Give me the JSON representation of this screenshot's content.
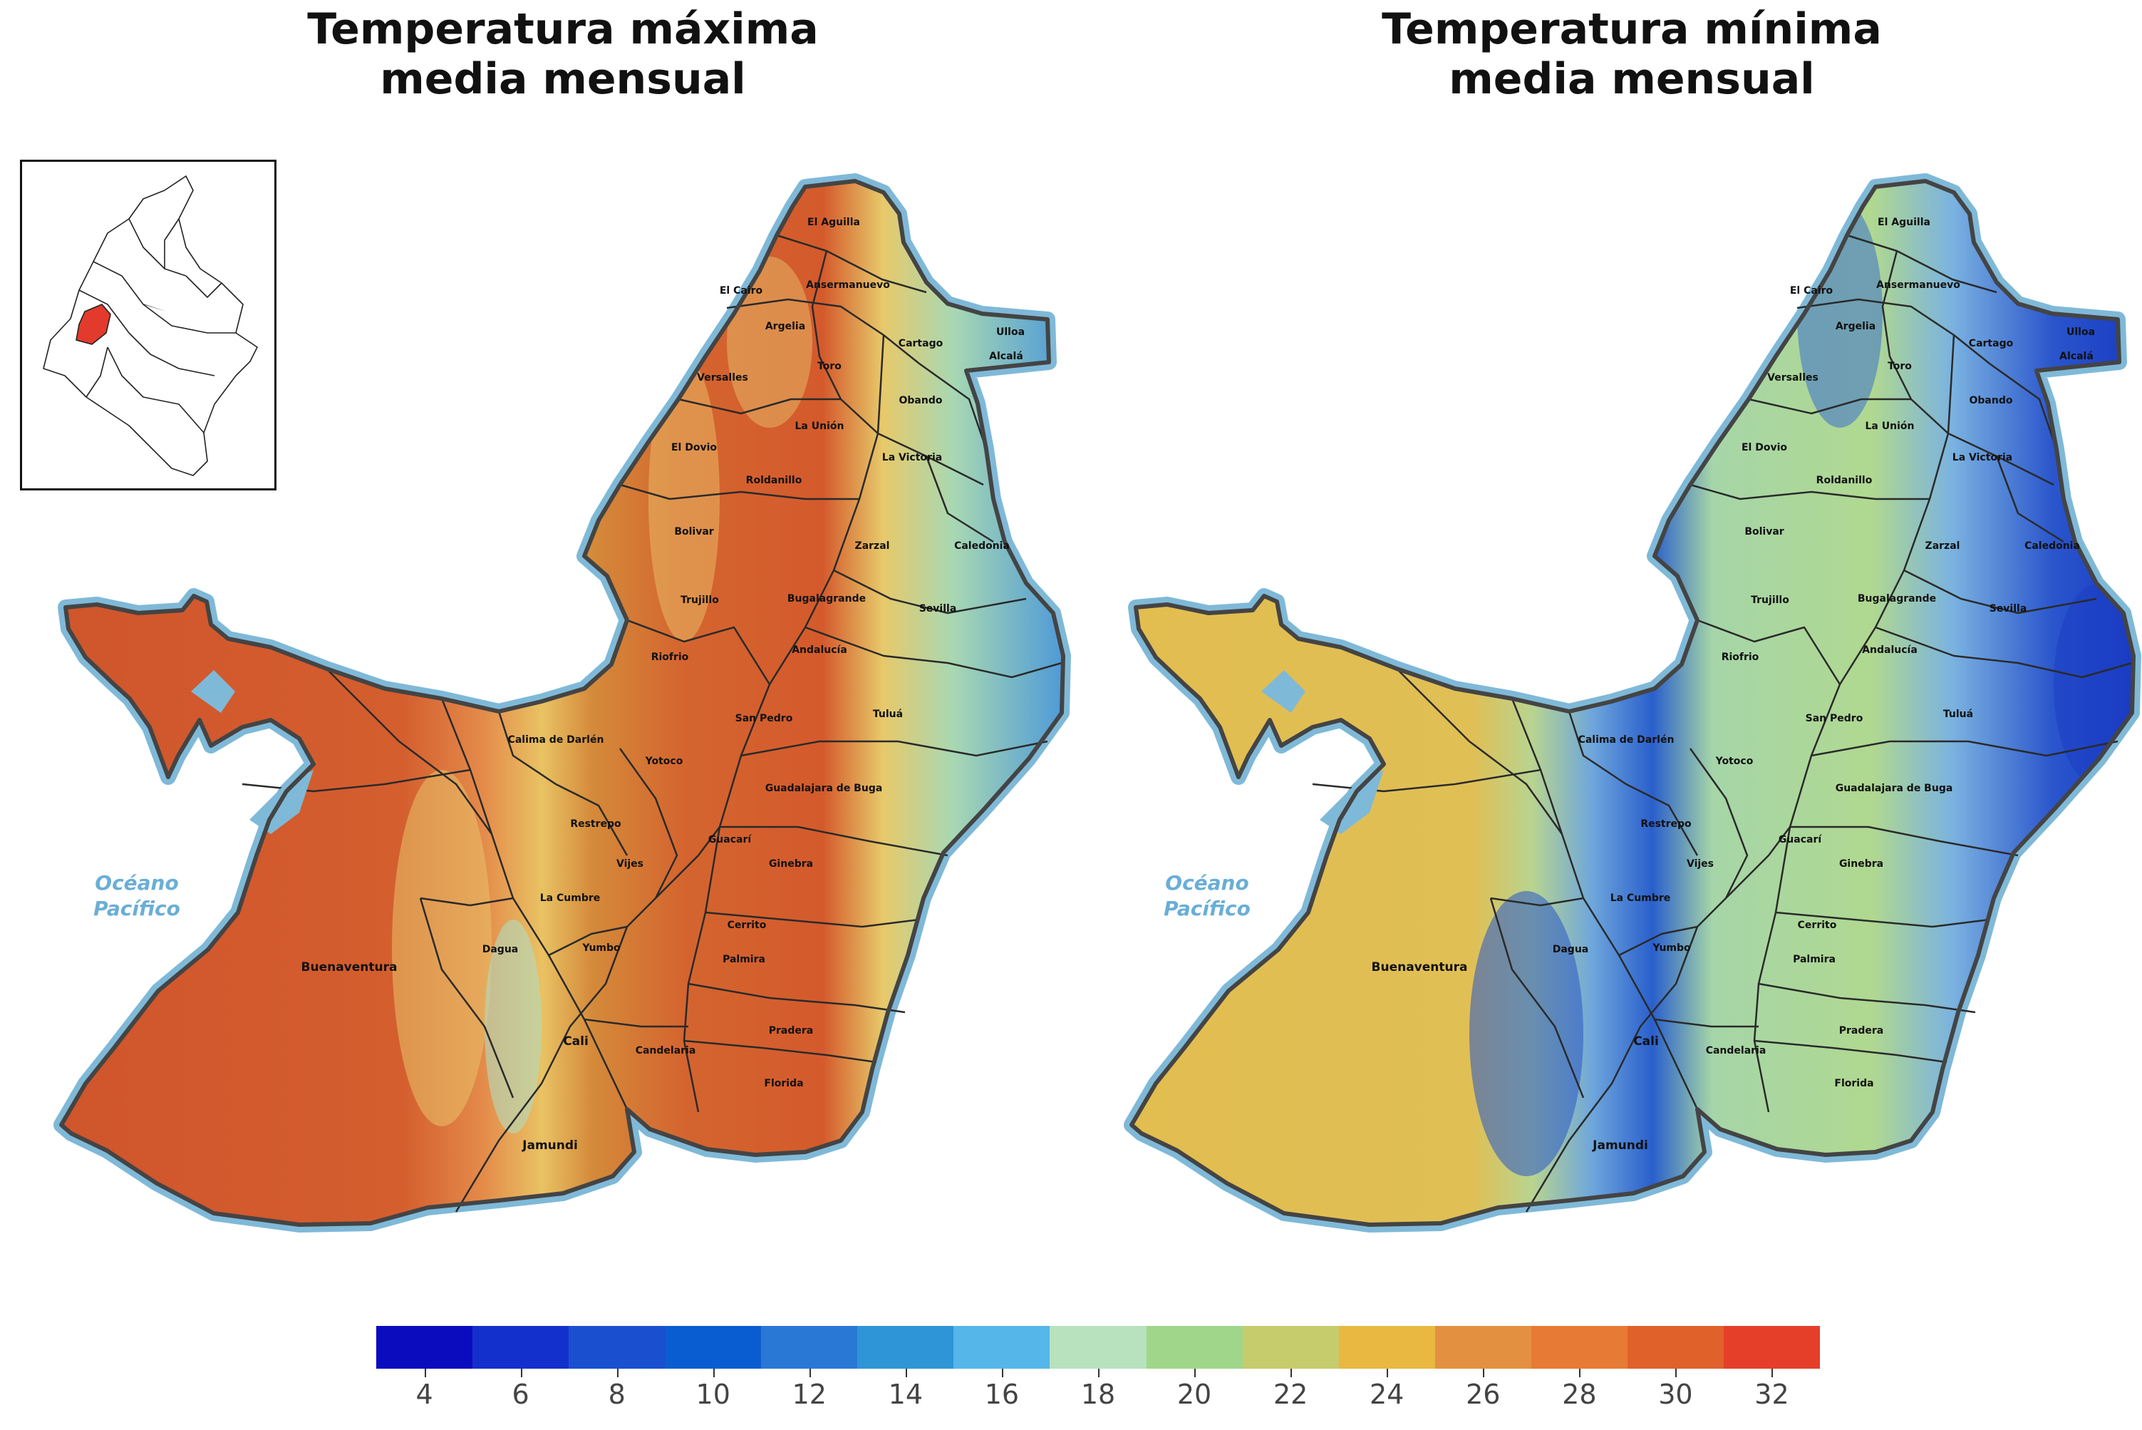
{
  "titles": {
    "left_line1": "Temperatura máxima",
    "left_line2": "media mensual",
    "right_line1": "Temperatura mínima",
    "right_line2": "media mensual"
  },
  "ocean_label": {
    "line1": "Océano",
    "line2": "Pacífico"
  },
  "municipalities": [
    "El Aguilla",
    "El Cairo",
    "Ansermanuevo",
    "Argelia",
    "Ulloa",
    "Cartago",
    "Alcalá",
    "Versalles",
    "Toro",
    "Obando",
    "El Dovio",
    "La Unión",
    "La Victoria",
    "Roldanillo",
    "Bolivar",
    "Zarzal",
    "Caledonia",
    "Trujillo",
    "Bugalagrande",
    "Sevilla",
    "Riofrio",
    "Andalucía",
    "Calima de Darlén",
    "San Pedro",
    "Tuluá",
    "Yotoco",
    "Guadalajara de Buga",
    "Restrepo",
    "Guacarí",
    "Vijes",
    "Ginebra",
    "La Cumbre",
    "Dagua",
    "Yumbo",
    "Cerrito",
    "Buenaventura",
    "Palmira",
    "Cali",
    "Pradera",
    "Candelaria",
    "Florida",
    "Jamundi"
  ],
  "legend": {
    "colors": [
      "#0c0cbf",
      "#1430cc",
      "#1a4fd0",
      "#0a5dd0",
      "#2a78d6",
      "#2e95d6",
      "#55b6ea",
      "#b8e2bd",
      "#a0d68a",
      "#c6cc6c",
      "#e8b840",
      "#e39040",
      "#e77a34",
      "#e0612a",
      "#e53f2a"
    ],
    "ticks": [
      "4",
      "6",
      "8",
      "10",
      "12",
      "14",
      "16",
      "18",
      "20",
      "22",
      "24",
      "26",
      "28",
      "30",
      "32"
    ]
  }
}
